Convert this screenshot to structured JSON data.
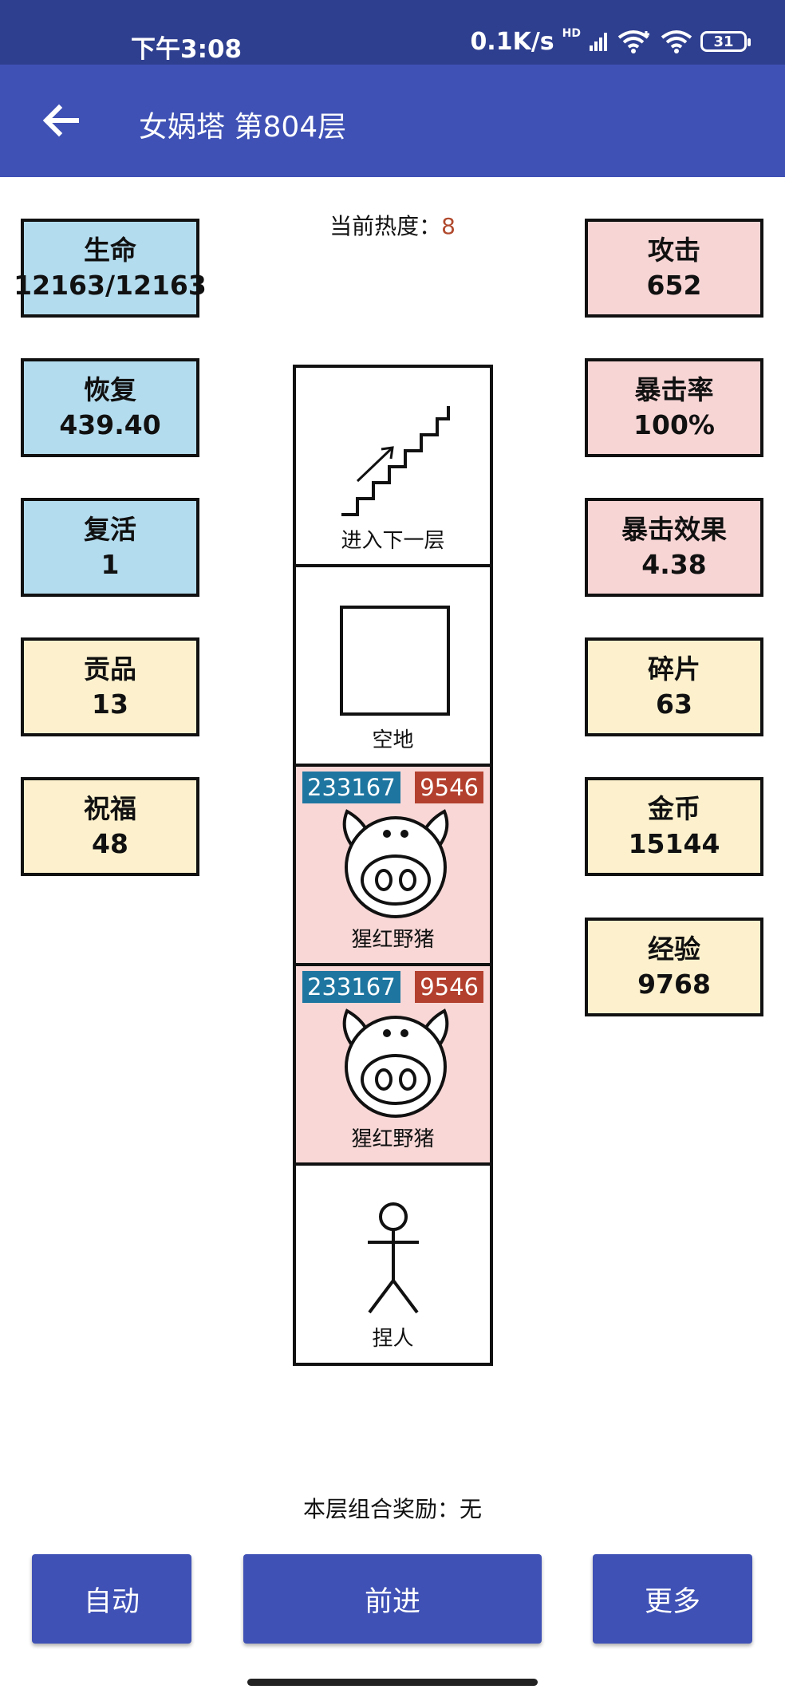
{
  "status_bar": {
    "time": "下午3:08",
    "speed": "0.1K/s",
    "hd": "HD",
    "battery": "31"
  },
  "app_bar": {
    "title": "女娲塔 第804层"
  },
  "heat": {
    "label": "当前热度：",
    "value": "8"
  },
  "left_stats": [
    {
      "label": "生命",
      "value": "12163/12163"
    },
    {
      "label": "恢复",
      "value": "439.40"
    },
    {
      "label": "复活",
      "value": "1"
    },
    {
      "label": "贡品",
      "value": "13"
    },
    {
      "label": "祝福",
      "value": "48"
    }
  ],
  "right_stats": [
    {
      "label": "攻击",
      "value": "652"
    },
    {
      "label": "暴击率",
      "value": "100%"
    },
    {
      "label": "暴击效果",
      "value": "4.38"
    },
    {
      "label": "碎片",
      "value": "63"
    },
    {
      "label": "金币",
      "value": "15144"
    },
    {
      "label": "经验",
      "value": "9768"
    }
  ],
  "tiles": [
    {
      "type": "stairs",
      "label": "进入下一层"
    },
    {
      "type": "empty",
      "label": "空地"
    },
    {
      "type": "monster",
      "label": "猩红野猪",
      "hp": "233167",
      "atk": "9546"
    },
    {
      "type": "monster",
      "label": "猩红野猪",
      "hp": "233167",
      "atk": "9546"
    },
    {
      "type": "player",
      "label": "捏人"
    }
  ],
  "combo": {
    "text": "本层组合奖励：无"
  },
  "buttons": {
    "auto": "自动",
    "forward": "前进",
    "more": "更多"
  }
}
